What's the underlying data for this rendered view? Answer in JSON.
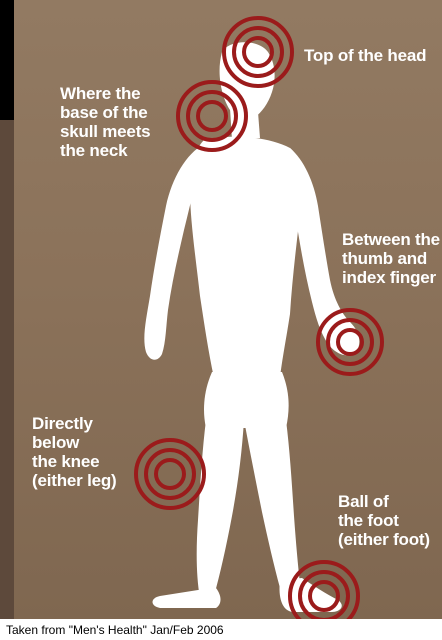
{
  "labels": {
    "top_of_head": "Top of the head",
    "skull_base": "Where the\nbase of the\nskull meets\nthe neck",
    "thumb_finger": "Between the\nthumb and\nindex finger",
    "below_knee": "Directly\nbelow\nthe knee\n(either leg)",
    "ball_of_foot": "Ball of\nthe foot\n(either foot)"
  },
  "credit": "Taken from \"Men's Health\" Jan/Feb 2006",
  "colors": {
    "background": "#8b725a",
    "figure": "#ffffff",
    "target_rings": "#9b1b1b",
    "label_text": "#ffffff"
  }
}
